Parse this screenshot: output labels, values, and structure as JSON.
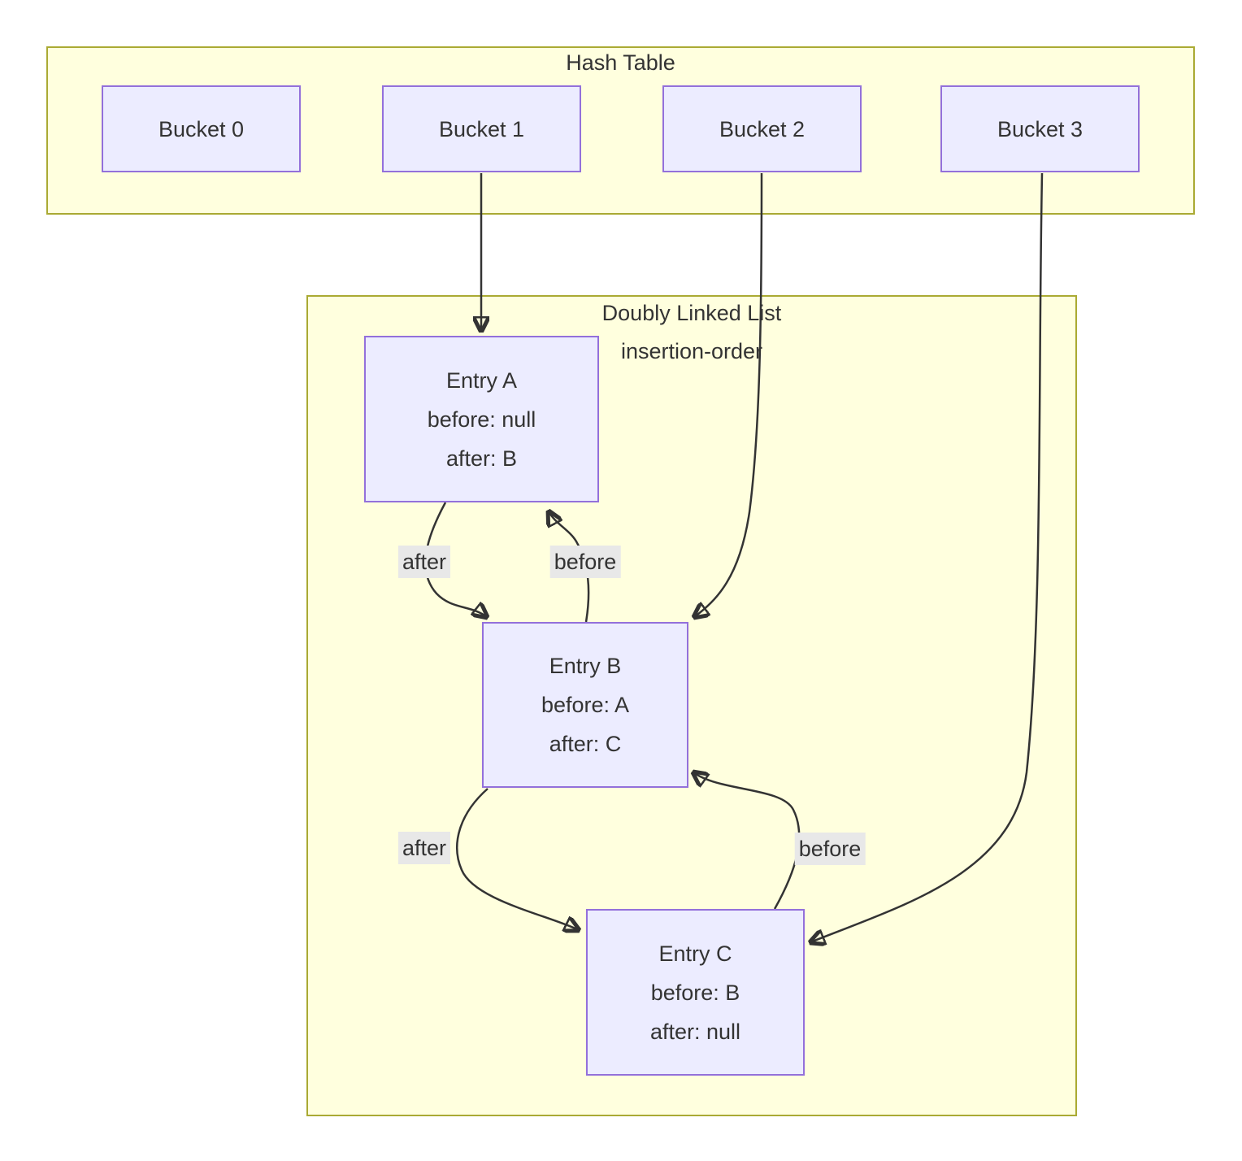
{
  "diagram": {
    "hash_table": {
      "title": "Hash Table",
      "buckets": [
        {
          "label": "Bucket 0"
        },
        {
          "label": "Bucket 1"
        },
        {
          "label": "Bucket 2"
        },
        {
          "label": "Bucket 3"
        }
      ]
    },
    "linked_list": {
      "title": "Doubly Linked List",
      "subtitle": "insertion-order",
      "entries": [
        {
          "name": "Entry A",
          "before": "before: null",
          "after": "after: B"
        },
        {
          "name": "Entry B",
          "before": "before: A",
          "after": "after: C"
        },
        {
          "name": "Entry C",
          "before": "before: B",
          "after": "after: null"
        }
      ]
    },
    "edges": [
      {
        "from": "Bucket 1",
        "to": "Entry A",
        "label": ""
      },
      {
        "from": "Bucket 2",
        "to": "Entry B",
        "label": ""
      },
      {
        "from": "Bucket 3",
        "to": "Entry C",
        "label": ""
      },
      {
        "from": "Entry A",
        "to": "Entry B",
        "label": "after"
      },
      {
        "from": "Entry B",
        "to": "Entry A",
        "label": "before"
      },
      {
        "from": "Entry B",
        "to": "Entry C",
        "label": "after"
      },
      {
        "from": "Entry C",
        "to": "Entry B",
        "label": "before"
      }
    ],
    "colors": {
      "container_fill": "#ffffde",
      "container_border": "#aaaa33",
      "node_fill": "#ececff",
      "node_border": "#9370db",
      "edge": "#333333",
      "label_bg": "#e8e8e8",
      "text": "#333333"
    }
  }
}
